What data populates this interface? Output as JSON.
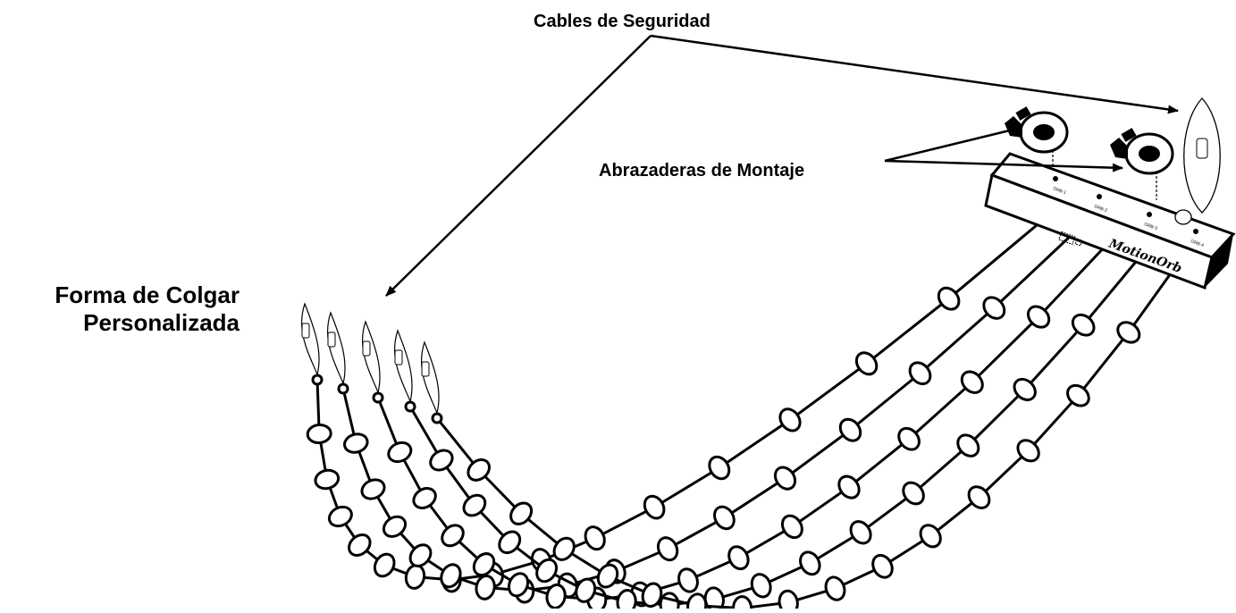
{
  "labels": {
    "safety_cables": "Cables de Seguridad",
    "mounting_clamps": "Abrazaderas de Montaje",
    "custom_hang_line1": "Forma de Colgar",
    "custom_hang_line2": "Personalizada"
  },
  "device": {
    "logo": "MotionOrb"
  },
  "colors": {
    "ink": "#000000",
    "background": "#ffffff"
  }
}
